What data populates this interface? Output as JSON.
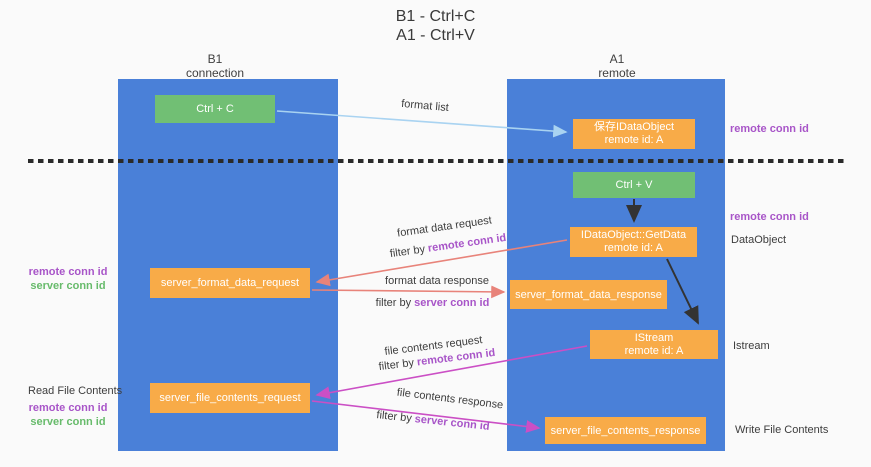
{
  "title": {
    "line1": "B1 - Ctrl+C",
    "line2": "A1 - Ctrl+V"
  },
  "columns": {
    "left": {
      "name": "B1",
      "subtitle": "connection"
    },
    "right": {
      "name": "A1",
      "subtitle": "remote"
    }
  },
  "nodes": {
    "ctrl_c": {
      "label": "Ctrl + C"
    },
    "ctrl_v": {
      "label": "Ctrl + V"
    },
    "save_dataobject": {
      "line1": "保存IDataObject",
      "line2": "remote id: A"
    },
    "getdata": {
      "line1": "IDataObject::GetData",
      "line2": "remote id: A"
    },
    "istream": {
      "line1": "IStream",
      "line2": "remote id: A"
    },
    "server_format_data_request": {
      "label": "server_format_data_request"
    },
    "server_format_data_response": {
      "label": "server_format_data_response"
    },
    "server_file_contents_request": {
      "label": "server_file_contents_request"
    },
    "server_file_contents_response": {
      "label": "server_file_contents_response"
    }
  },
  "edges": {
    "format_list": {
      "label": "format list"
    },
    "format_data_request": {
      "label": "format data request",
      "filter_prefix": "filter by",
      "filter_value": "remote conn id"
    },
    "format_data_response": {
      "label": "format data response",
      "filter_prefix": "filter by",
      "filter_value": "server conn id"
    },
    "file_contents_request": {
      "label": "file contents request",
      "filter_prefix": "filter by",
      "filter_value": "remote conn id"
    },
    "file_contents_response": {
      "label": "file contents response",
      "filter_prefix": "filter by",
      "filter_value": "server conn id"
    }
  },
  "side_labels": {
    "right_remote_conn_top": "remote conn id",
    "right_remote_conn_mid": "remote conn id",
    "right_dataobject": "DataObject",
    "right_istream": "Istream",
    "right_write_file": "Write File Contents",
    "left_remote_conn_mid": "remote conn id",
    "left_server_conn_mid": "server conn id",
    "left_read_file": "Read File Contents",
    "left_remote_conn_bottom": "remote conn id",
    "left_server_conn_bottom": "server conn id"
  },
  "colors": {
    "column_blue": "#4a80d8",
    "box_orange": "#f8ab48",
    "box_green": "#71bf74",
    "text_purple": "#a855c8",
    "text_green": "#67bb6b",
    "arrow_lightblue": "#a9d3f1",
    "arrow_salmon": "#e8837a",
    "arrow_magenta": "#cb4fc5",
    "arrow_black": "#333333",
    "dashed_line": "#2a2a2a"
  }
}
